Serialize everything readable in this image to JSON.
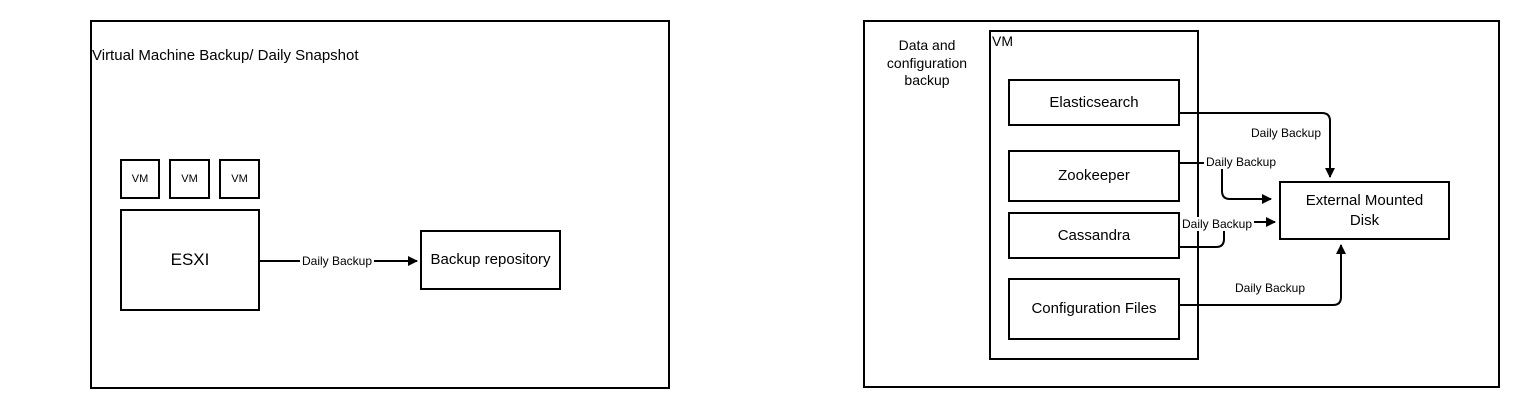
{
  "diagram": {
    "colors": {
      "stroke": "#000000",
      "background": "#ffffff",
      "text": "#000000"
    },
    "left_panel": {
      "title": "Virtual Machine Backup/ Daily Snapshot",
      "vm_boxes": [
        "VM",
        "VM",
        "VM"
      ],
      "esxi_label": "ESXI",
      "backup_repository_label": "Backup repository",
      "connector": {
        "from": "ESXI",
        "to": "Backup repository",
        "label": "Daily Backup"
      }
    },
    "right_panel": {
      "title": "Data and configuration backup",
      "vm_container_label": "VM",
      "services": [
        "Elasticsearch",
        "Zookeeper",
        "Cassandra",
        "Configuration Files"
      ],
      "disk_label": "External Mounted Disk",
      "connectors": [
        {
          "from": "Elasticsearch",
          "to": "External Mounted Disk",
          "label": "Daily Backup"
        },
        {
          "from": "Zookeeper",
          "to": "External Mounted Disk",
          "label": "Daily Backup"
        },
        {
          "from": "Cassandra",
          "to": "External Mounted Disk",
          "label": "Daily Backup"
        },
        {
          "from": "Configuration Files",
          "to": "External Mounted Disk",
          "label": "Daily Backup"
        }
      ]
    }
  }
}
